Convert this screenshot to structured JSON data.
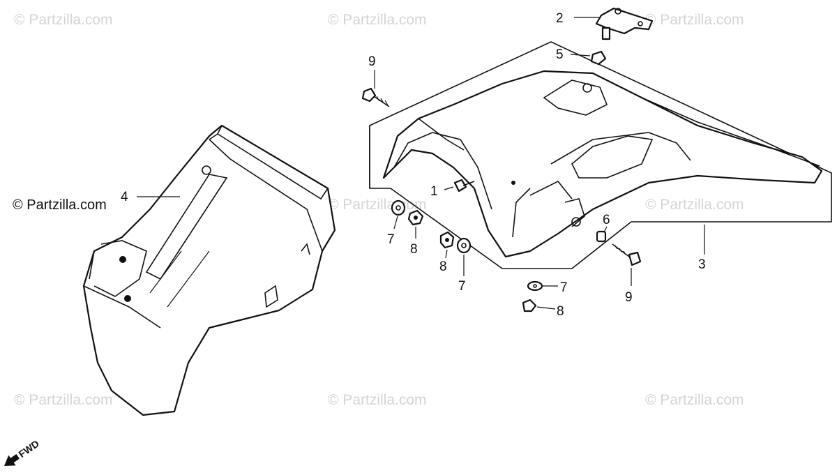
{
  "watermark": "© Partzilla.com",
  "credit": "© Partzilla.com",
  "fwd": "FWD",
  "callouts": {
    "c1": "1",
    "c2": "2",
    "c3": "3",
    "c4": "4",
    "c5": "5",
    "c6": "6",
    "c7a": "7",
    "c7b": "7",
    "c7c": "7",
    "c8a": "8",
    "c8b": "8",
    "c8c": "8",
    "c9a": "9",
    "c9b": "9"
  }
}
